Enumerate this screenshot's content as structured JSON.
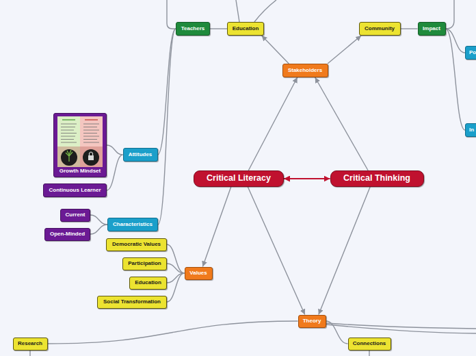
{
  "diagram": {
    "nodes": [
      {
        "text": [
          "Teachers"
        ]
      },
      {
        "text": [
          "Education"
        ]
      },
      {
        "text": [
          "Community"
        ]
      },
      {
        "text": [
          "Impact"
        ]
      },
      {
        "text": [
          "Po"
        ]
      },
      {
        "text": [
          "Stakeholders"
        ]
      },
      {
        "text": [
          "Growth Mindset"
        ]
      },
      {
        "text": [
          "In"
        ]
      },
      {
        "text": [
          "Attitudes"
        ]
      },
      {
        "text": [
          "Critical Literacy"
        ]
      },
      {
        "text": [
          "Critical Thinking"
        ]
      },
      {
        "text": [
          "Continuous Learner"
        ]
      },
      {
        "text": [
          "Current"
        ]
      },
      {
        "text": [
          "Characteristics"
        ]
      },
      {
        "text": [
          "Open-Minded"
        ]
      },
      {
        "text": [
          "Democratic Values"
        ]
      },
      {
        "text": [
          "Participation"
        ]
      },
      {
        "text": [
          "Values"
        ]
      },
      {
        "text": [
          "Education"
        ]
      },
      {
        "text": [
          "Social Transformation"
        ]
      },
      {
        "text": [
          "Theory"
        ]
      },
      {
        "text": [
          "Research"
        ]
      },
      {
        "text": [
          "Connections"
        ]
      }
    ],
    "edges": [
      {
        "from": 9,
        "to": 10,
        "arrow": "both"
      },
      {
        "from": 9,
        "to": 5,
        "arrow": "to"
      },
      {
        "from": 10,
        "to": 5,
        "arrow": "to"
      },
      {
        "from": 5,
        "to": 1,
        "arrow": "to"
      },
      {
        "from": 5,
        "to": 2,
        "arrow": "to"
      },
      {
        "from": 1,
        "to": 0,
        "arrow": "none"
      },
      {
        "from": 2,
        "to": 3,
        "arrow": "none"
      },
      {
        "from": 3,
        "to": 4,
        "arrow": "none"
      },
      {
        "from": 3,
        "to": 7,
        "arrow": "none"
      },
      {
        "from": 0,
        "to": 8,
        "arrow": "none"
      },
      {
        "from": 0,
        "to": 13,
        "arrow": "none"
      },
      {
        "from": 8,
        "to": 6,
        "arrow": "none"
      },
      {
        "from": 8,
        "to": 11,
        "arrow": "none"
      },
      {
        "from": 13,
        "to": 12,
        "arrow": "none"
      },
      {
        "from": 13,
        "to": 14,
        "arrow": "none"
      },
      {
        "from": 17,
        "to": 15,
        "arrow": "none"
      },
      {
        "from": 17,
        "to": 16,
        "arrow": "none"
      },
      {
        "from": 17,
        "to": 18,
        "arrow": "none"
      },
      {
        "from": 17,
        "to": 19,
        "arrow": "none"
      },
      {
        "from": 9,
        "to": 17,
        "arrow": "to"
      },
      {
        "from": 9,
        "to": 20,
        "arrow": "to"
      },
      {
        "from": 10,
        "to": 20,
        "arrow": "to"
      },
      {
        "from": 20,
        "to": 21,
        "arrow": "none"
      },
      {
        "from": 20,
        "to": 22,
        "arrow": "none"
      }
    ]
  }
}
